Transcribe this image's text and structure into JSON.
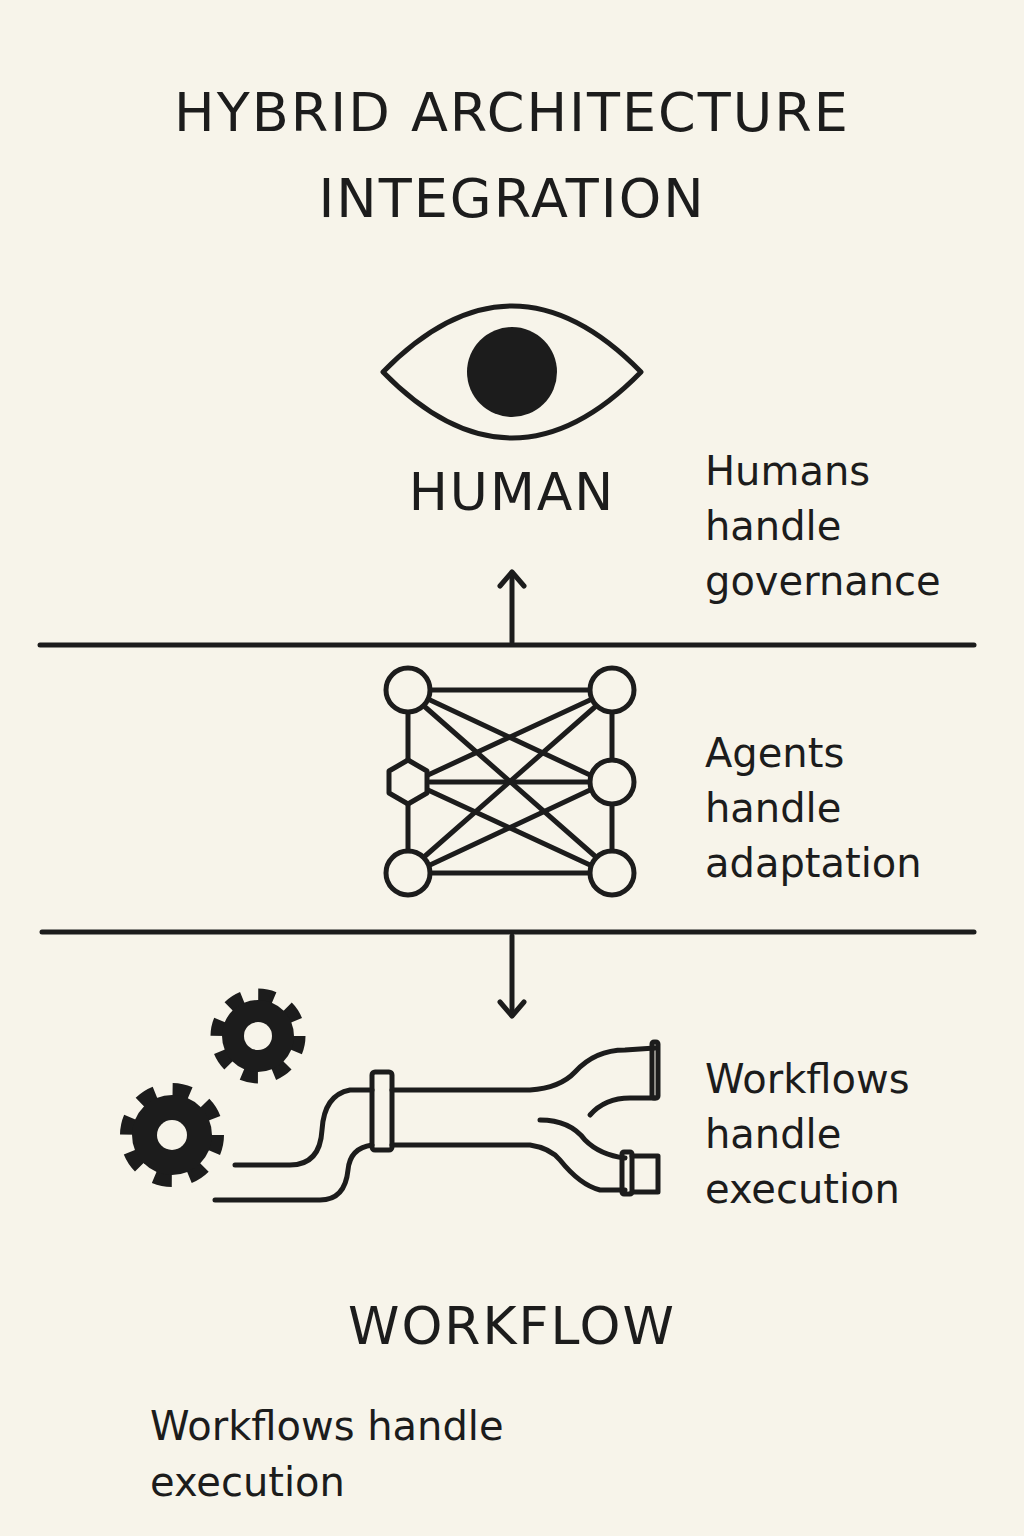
{
  "diagram": {
    "title": "HYBRID ARCHITECTURE INTEGRATION",
    "labels": [
      "HUMAN",
      "Humans handle governance",
      "Agents handle adaptation",
      "Workflows handle execution",
      "WORKFLOW",
      "Workflows handle execution"
    ]
  }
}
